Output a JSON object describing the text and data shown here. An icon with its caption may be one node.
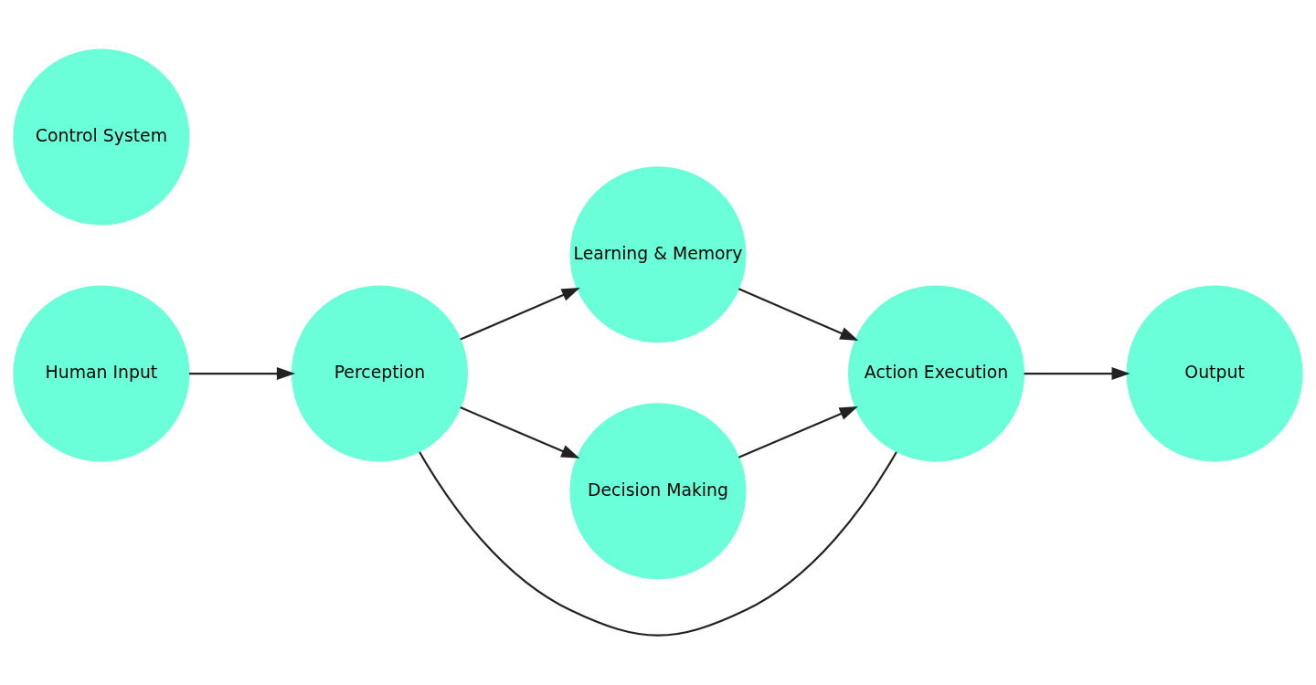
{
  "diagram": {
    "nodes": [
      {
        "text": [
          "Human Input"
        ]
      },
      {
        "text": [
          "Learning & Memory"
        ]
      },
      {
        "text": [
          "Perception"
        ]
      },
      {
        "text": [
          "Decision Making"
        ]
      },
      {
        "text": [
          "Action Execution"
        ]
      },
      {
        "text": [
          "Control System"
        ]
      },
      {
        "text": [
          "Output"
        ]
      }
    ],
    "edges": [
      {
        "from": 0,
        "to": 2,
        "arrow": "to"
      },
      {
        "from": 2,
        "to": 1,
        "arrow": "to"
      },
      {
        "from": 2,
        "to": 3,
        "arrow": "to"
      },
      {
        "from": 1,
        "to": 4,
        "arrow": "to"
      },
      {
        "from": 3,
        "to": 4,
        "arrow": "to"
      },
      {
        "from": 4,
        "to": 6,
        "arrow": "to"
      },
      {
        "from": 2,
        "to": 4,
        "arrow": "none"
      }
    ]
  }
}
